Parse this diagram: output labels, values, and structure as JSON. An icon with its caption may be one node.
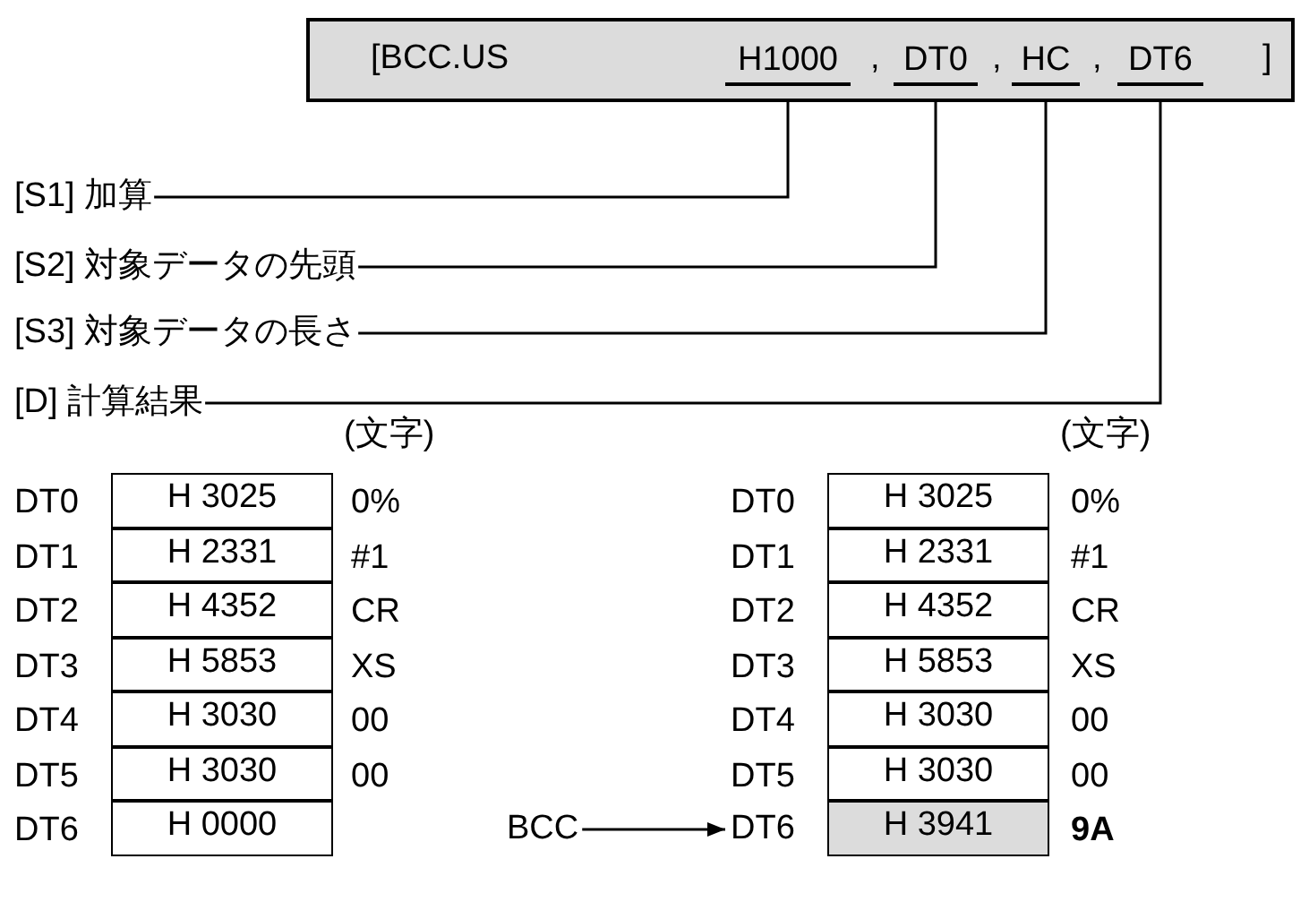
{
  "diagram": {
    "nodes": [
      {
        "text": [
          "[BCC.US",
          ",",
          ",",
          ",",
          "]"
        ]
      },
      {
        "text": [
          "H1000"
        ],
        "in": 0
      },
      {
        "text": [
          "DT0"
        ],
        "in": 0
      },
      {
        "text": [
          "HC"
        ],
        "in": 0
      },
      {
        "text": [
          "DT6"
        ],
        "in": 0
      },
      {
        "text": [
          "[S1] 加算"
        ]
      },
      {
        "text": [
          "[S2] 対象データの先頭"
        ]
      },
      {
        "text": [
          "[S3] 対象データの長さ"
        ]
      },
      {
        "text": [
          "[D] 計算結果"
        ]
      },
      {
        "text": [
          "H 3025"
        ]
      },
      {
        "text": [
          "H 2331"
        ]
      },
      {
        "text": [
          "H 4352"
        ]
      },
      {
        "text": [
          "H 5853"
        ]
      },
      {
        "text": [
          "H 3030"
        ]
      },
      {
        "text": [
          "H 3030"
        ]
      },
      {
        "text": [
          "H 0000"
        ]
      },
      {
        "text": [
          "H 3025"
        ]
      },
      {
        "text": [
          "H 2331"
        ]
      },
      {
        "text": [
          "H 4352"
        ]
      },
      {
        "text": [
          "H 5853"
        ]
      },
      {
        "text": [
          "H 3030"
        ]
      },
      {
        "text": [
          "H 3030"
        ]
      },
      {
        "text": [
          "H 3941"
        ]
      },
      {
        "text": [
          "BCC"
        ]
      },
      {
        "text": [
          "DT6"
        ]
      }
    ],
    "edges": [
      {
        "from": 5,
        "to": 1,
        "arrow": "none"
      },
      {
        "from": 6,
        "to": 2,
        "arrow": "none"
      },
      {
        "from": 7,
        "to": 3,
        "arrow": "none"
      },
      {
        "from": 8,
        "to": 4,
        "arrow": "none"
      },
      {
        "from": 23,
        "to": 24,
        "arrow": "to"
      }
    ],
    "labels": [
      "(文字)",
      "(文字)",
      "DT0",
      "0%",
      "DT0",
      "0%",
      "DT1",
      "#1",
      "DT1",
      "#1",
      "DT2",
      "CR",
      "DT2",
      "CR",
      "DT3",
      "XS",
      "DT3",
      "XS",
      "DT4",
      "00",
      "DT4",
      "00",
      "DT5",
      "00",
      "DT5",
      "00",
      "DT6",
      "9A"
    ]
  }
}
